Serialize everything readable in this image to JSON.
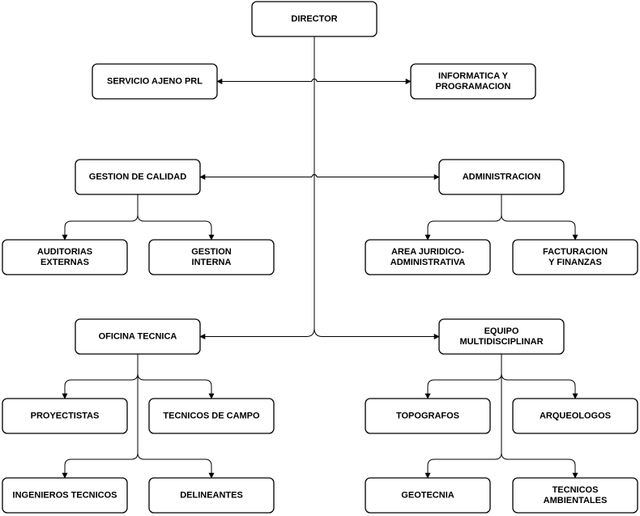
{
  "nodes": {
    "director": [
      "DIRECTOR"
    ],
    "servicio": [
      "SERVICIO AJENO PRL"
    ],
    "informatica": [
      "INFORMATICA Y",
      "PROGRAMACION"
    ],
    "gestion_calidad": [
      "GESTION DE CALIDAD"
    ],
    "administracion": [
      "ADMINISTRACION"
    ],
    "auditorias": [
      "AUDITORIAS",
      "EXTERNAS"
    ],
    "gestion_interna": [
      "GESTION",
      "INTERNA"
    ],
    "area_juridico": [
      "AREA JURIDICO-",
      "ADMINISTRATIVA"
    ],
    "facturacion": [
      "FACTURACION",
      "Y FINANZAS"
    ],
    "oficina_tecnica": [
      "OFICINA TECNICA"
    ],
    "equipo": [
      "EQUIPO",
      "MULTIDISCIPLINAR"
    ],
    "proyectistas": [
      "PROYECTISTAS"
    ],
    "tecnicos_campo": [
      "TECNICOS DE CAMPO"
    ],
    "topografos": [
      "TOPOGRAFOS"
    ],
    "arqueologos": [
      "ARQUEOLOGOS"
    ],
    "ingenieros": [
      "INGENIEROS TECNICOS"
    ],
    "delineantes": [
      "DELINEANTES"
    ],
    "geotecnia": [
      "GEOTECNIA"
    ],
    "tecnicos_ambientales": [
      "TECNICOS",
      "AMBIENTALES"
    ]
  },
  "edges": [
    [
      "director",
      "servicio"
    ],
    [
      "director",
      "informatica"
    ],
    [
      "director",
      "gestion_calidad"
    ],
    [
      "director",
      "administracion"
    ],
    [
      "director",
      "oficina_tecnica"
    ],
    [
      "director",
      "equipo"
    ],
    [
      "gestion_calidad",
      "auditorias"
    ],
    [
      "gestion_calidad",
      "gestion_interna"
    ],
    [
      "administracion",
      "area_juridico"
    ],
    [
      "administracion",
      "facturacion"
    ],
    [
      "oficina_tecnica",
      "proyectistas"
    ],
    [
      "oficina_tecnica",
      "tecnicos_campo"
    ],
    [
      "oficina_tecnica",
      "ingenieros"
    ],
    [
      "oficina_tecnica",
      "delineantes"
    ],
    [
      "equipo",
      "topografos"
    ],
    [
      "equipo",
      "arqueologos"
    ],
    [
      "equipo",
      "geotecnia"
    ],
    [
      "equipo",
      "tecnicos_ambientales"
    ]
  ]
}
